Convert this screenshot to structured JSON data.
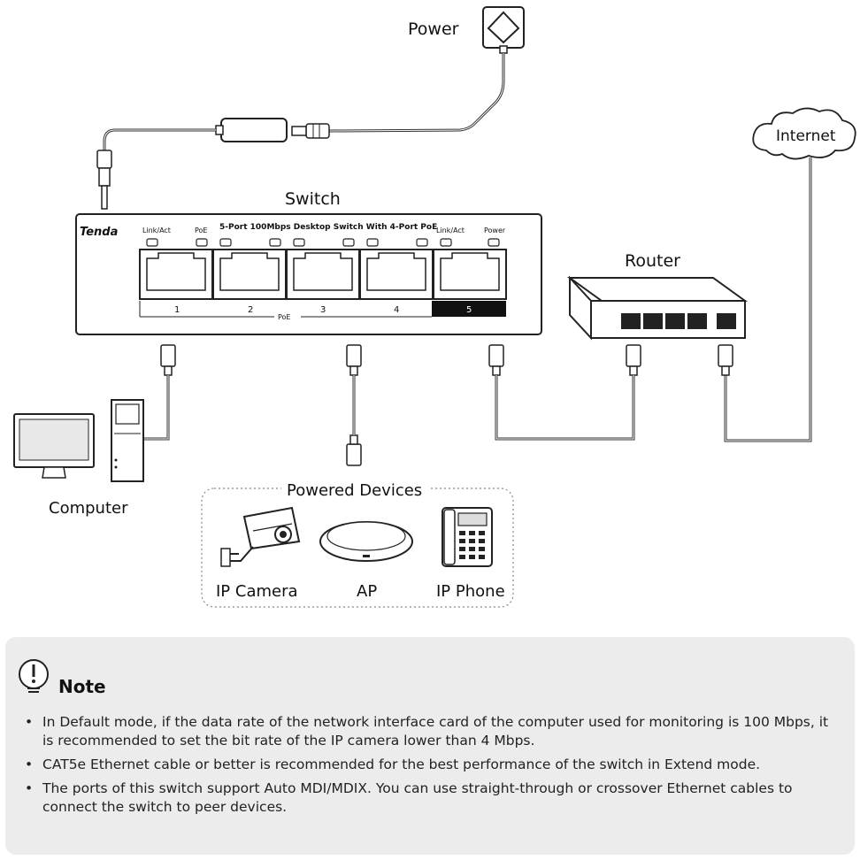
{
  "labels": {
    "power": "Power",
    "internet": "Internet",
    "switch": "Switch",
    "router": "Router",
    "computer": "Computer",
    "powered_devices": "Powered Devices",
    "ip_camera": "IP Camera",
    "ap": "AP",
    "ip_phone": "IP Phone"
  },
  "switch_panel": {
    "brand": "Tenda",
    "link_act_left": "Link/Act",
    "poe": "PoE",
    "model": "5-Port  100Mbps Desktop Switch With 4-Port PoE",
    "link_act_right": "Link/Act",
    "power": "Power",
    "ports": [
      "1",
      "2",
      "3",
      "4",
      "5"
    ],
    "poe_bar_label": "PoE"
  },
  "note": {
    "title": "Note",
    "items": [
      "In Default mode, if the data rate of the network interface card of the computer used for monitoring is 100 Mbps, it is recommended to set the bit rate of the IP camera lower than 4 Mbps.",
      "CAT5e Ethernet cable or better is recommended for the best performance of the switch in Extend mode.",
      "The ports of this switch support Auto MDI/MDIX. You can use straight-through or crossover Ethernet cables to connect the switch to peer devices."
    ]
  }
}
